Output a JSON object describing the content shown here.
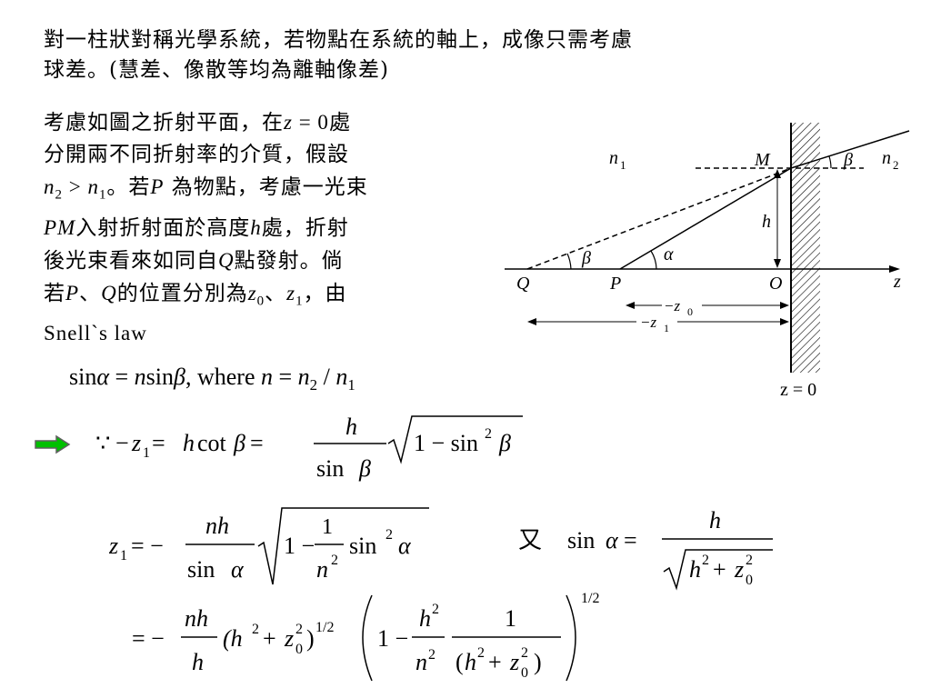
{
  "intro": {
    "line1": "對一柱狀對稱光學系統，若物點在系統的軸上，成像只需考慮",
    "line2": "球差。(慧差、像散等均為離軸像差)"
  },
  "desc": {
    "l1_a": "考慮如圖之折射平面，在",
    "l1_var": "z",
    "l1_eq": " = 0",
    "l1_b": "處",
    "l2": "分開兩不同折射率的介質，假設",
    "l3_n2": "n",
    "l3_gt": " > ",
    "l3_n1": "n",
    "l3_a": "。若",
    "l3_P": "P",
    "l3_b": " 為物點，考慮一光束",
    "l4_PM": "PM",
    "l4_a": "入射折射面於高度",
    "l4_h": "h",
    "l4_b": "處，折射",
    "l5_a": "後光束看來如同自",
    "l5_Q": "Q",
    "l5_b": "點發射。倘",
    "l6_a": "若",
    "l6_P": "P",
    "l6_sep": "、",
    "l6_Q": "Q",
    "l6_b": "的位置分別為",
    "l6_z0": "z",
    "l6_sep2": "、",
    "l6_z1": "z",
    "l6_c": "，由",
    "l7": "Snell`s law"
  },
  "snell": {
    "sin": "sin",
    "alpha": "α",
    "eq": " = ",
    "n": "n",
    "sin2": "sin",
    "beta": "β",
    "comma": ",  where ",
    "n2": "n",
    "eq2": " = ",
    "n_2": "n",
    "slash": " / ",
    "n_1": "n"
  },
  "eq1": {
    "because": "∵",
    "minus": "−",
    "z1": "z",
    "eq": " = ",
    "h": "h",
    "cot": "cot",
    "beta": "β",
    "eq2": " = ",
    "num": "h",
    "den_sin": "sin",
    "den_beta": "β",
    "rad": "1 − sin",
    "rad_beta": "β"
  },
  "eq2": {
    "z1": "z",
    "eq": " = −",
    "num": "nh",
    "den_sin": "sin",
    "den_alpha": "α",
    "rad_1": "1 −",
    "frac_num": "1",
    "frac_den": "n",
    "rad_sin": "sin",
    "rad_alpha": "α"
  },
  "eq3": {
    "you": "又",
    "sin": "sin",
    "alpha": "α",
    "eq": " = ",
    "num": "h",
    "den": "h"
  },
  "eq4": {
    "eq": "= −",
    "num": "nh",
    "den": "h",
    "paren": "(h",
    "exp": "1/2",
    "one": "1 −",
    "frac1_num": "h",
    "frac1_den": "n",
    "frac2_num": "1",
    "outer_exp": "1/2"
  },
  "diagram": {
    "n1": "n",
    "n2": "n",
    "M": "M",
    "beta_top": "β",
    "h": "h",
    "alpha": "α",
    "beta_bottom": "β",
    "Q": "Q",
    "P": "P",
    "O": "O",
    "z": "z",
    "minus_z0": "−z",
    "minus_z1": "−z",
    "z_eq_0": "z = 0"
  },
  "colors": {
    "arrow_fill": "#00c000",
    "arrow_stroke": "#606060"
  }
}
